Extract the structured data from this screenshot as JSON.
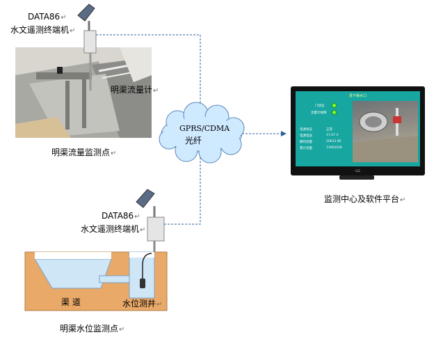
{
  "top_station": {
    "model": "DATA86",
    "terminal": "水文遥测终端机",
    "device": "明渠流量计",
    "caption": "明渠流量监测点"
  },
  "cloud": {
    "line1": "GPRS/CDMA",
    "line2": "光纤"
  },
  "center": {
    "caption": "监测中心及软件平台",
    "screen": {
      "title": "县干渠水口",
      "status_rows": [
        {
          "label": "门状态"
        },
        {
          "label": "流量计故障"
        }
      ],
      "data_rows": [
        {
          "label": "电源状态",
          "value": "正常"
        },
        {
          "label": "电源电压",
          "value": "17.07 V"
        },
        {
          "label": "瞬时流量",
          "value": "20633.96"
        },
        {
          "label": "累计流量",
          "value": "13062036"
        }
      ],
      "brand": "LG"
    }
  },
  "bottom_station": {
    "model": "DATA86",
    "terminal": "水文遥测终端机",
    "channel": "渠 道",
    "well": "水位测井",
    "caption": "明渠水位监测点"
  },
  "colors": {
    "connector": "#2f5f9e",
    "ground": "#e9a968",
    "water": "#cfe6f6",
    "cloud_fill": "#cfe9ff",
    "screen": "#17a6a0"
  }
}
